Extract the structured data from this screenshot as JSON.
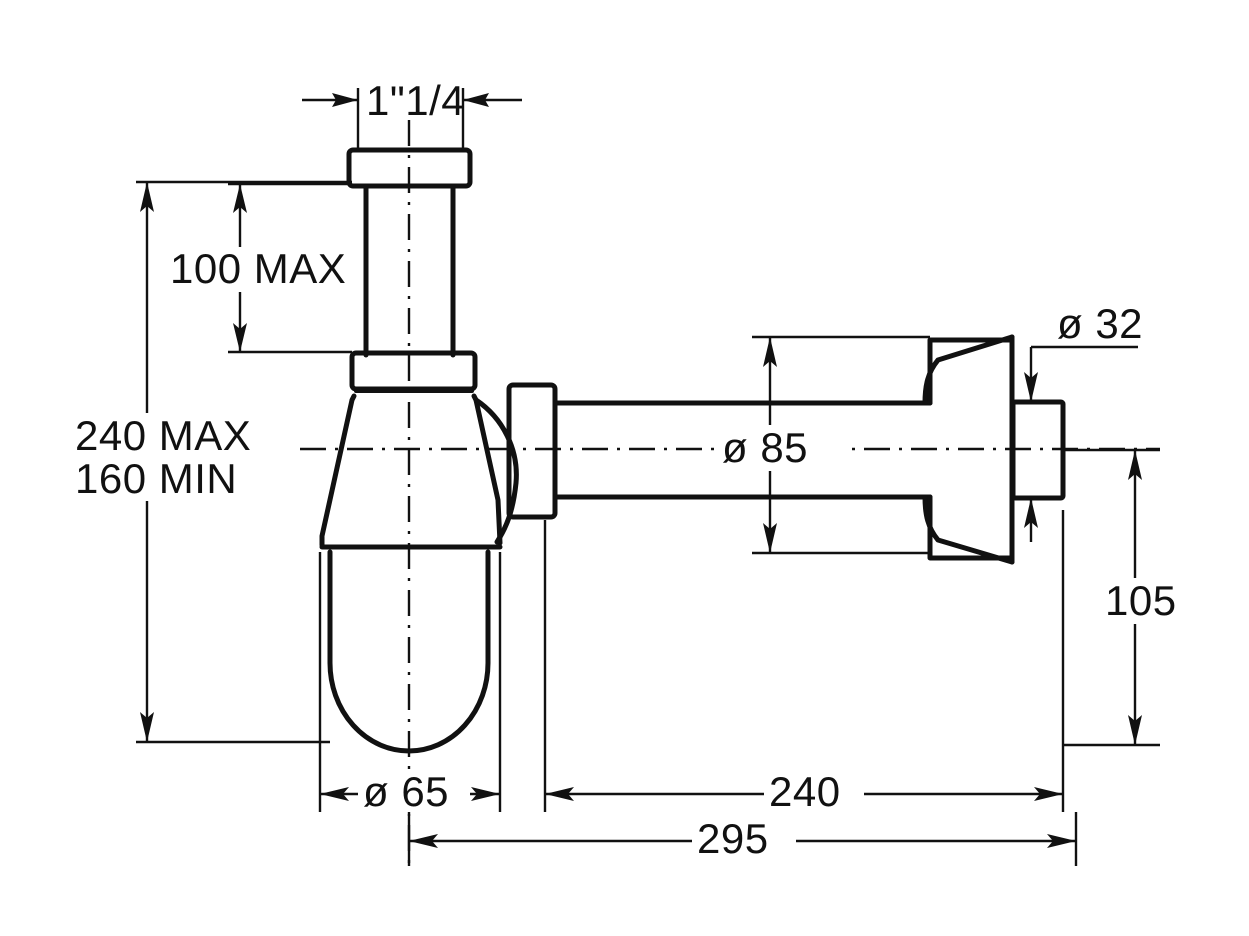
{
  "drawing": {
    "title": "Bottle trap technical dimension drawing",
    "units": "mm",
    "line_color": "#111111",
    "background": "#ffffff"
  },
  "dimensions": {
    "inlet_thread": "1\"1/4",
    "inlet_height": "100 MAX",
    "total_height_max": "240 MAX",
    "total_height_min": "160 MIN",
    "bowl_diameter": "ø 65",
    "flange_diameter": "ø 85",
    "outlet_diameter": "ø 32",
    "outlet_height": "105",
    "pipe_length": "240",
    "total_length": "295"
  },
  "chart_data": {
    "type": "table",
    "title": "Bottle trap dimensions",
    "categories": [
      "inlet_thread",
      "inlet_height",
      "total_height_max",
      "total_height_min",
      "bowl_diameter",
      "flange_diameter",
      "outlet_diameter",
      "outlet_height",
      "pipe_length",
      "total_length"
    ],
    "values": [
      "1\"1/4",
      "100 MAX",
      "240 MAX",
      "160 MIN",
      "ø 65",
      "ø 85",
      "ø 32",
      "105",
      "240",
      "295"
    ],
    "xlabel": "",
    "ylabel": "",
    "grid": false,
    "legend": "none"
  }
}
